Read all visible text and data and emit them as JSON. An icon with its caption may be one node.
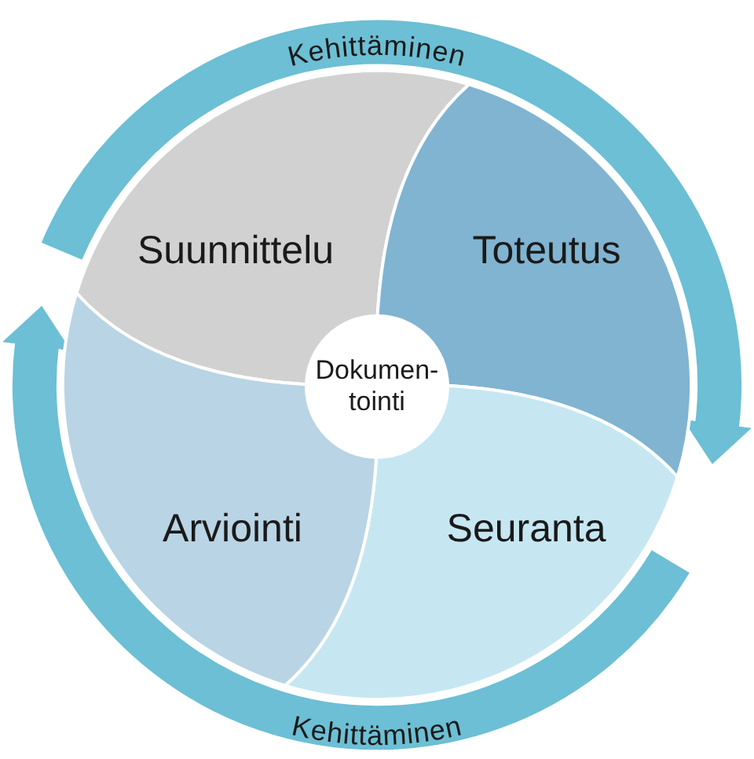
{
  "diagram": {
    "nodes": [
      {
        "text": [
          "Suunnittelu"
        ]
      },
      {
        "text": [
          "Toteutus"
        ]
      },
      {
        "text": [
          "Seuranta"
        ]
      },
      {
        "text": [
          "Arviointi"
        ]
      },
      {
        "text": [
          "Dokumen- tointi"
        ]
      }
    ],
    "edges": [
      {
        "from": 0,
        "to": 2,
        "arrow": "to",
        "label": "Kehittäminen"
      },
      {
        "from": 2,
        "to": 0,
        "arrow": "to",
        "label": "Kehittäminen"
      }
    ]
  }
}
